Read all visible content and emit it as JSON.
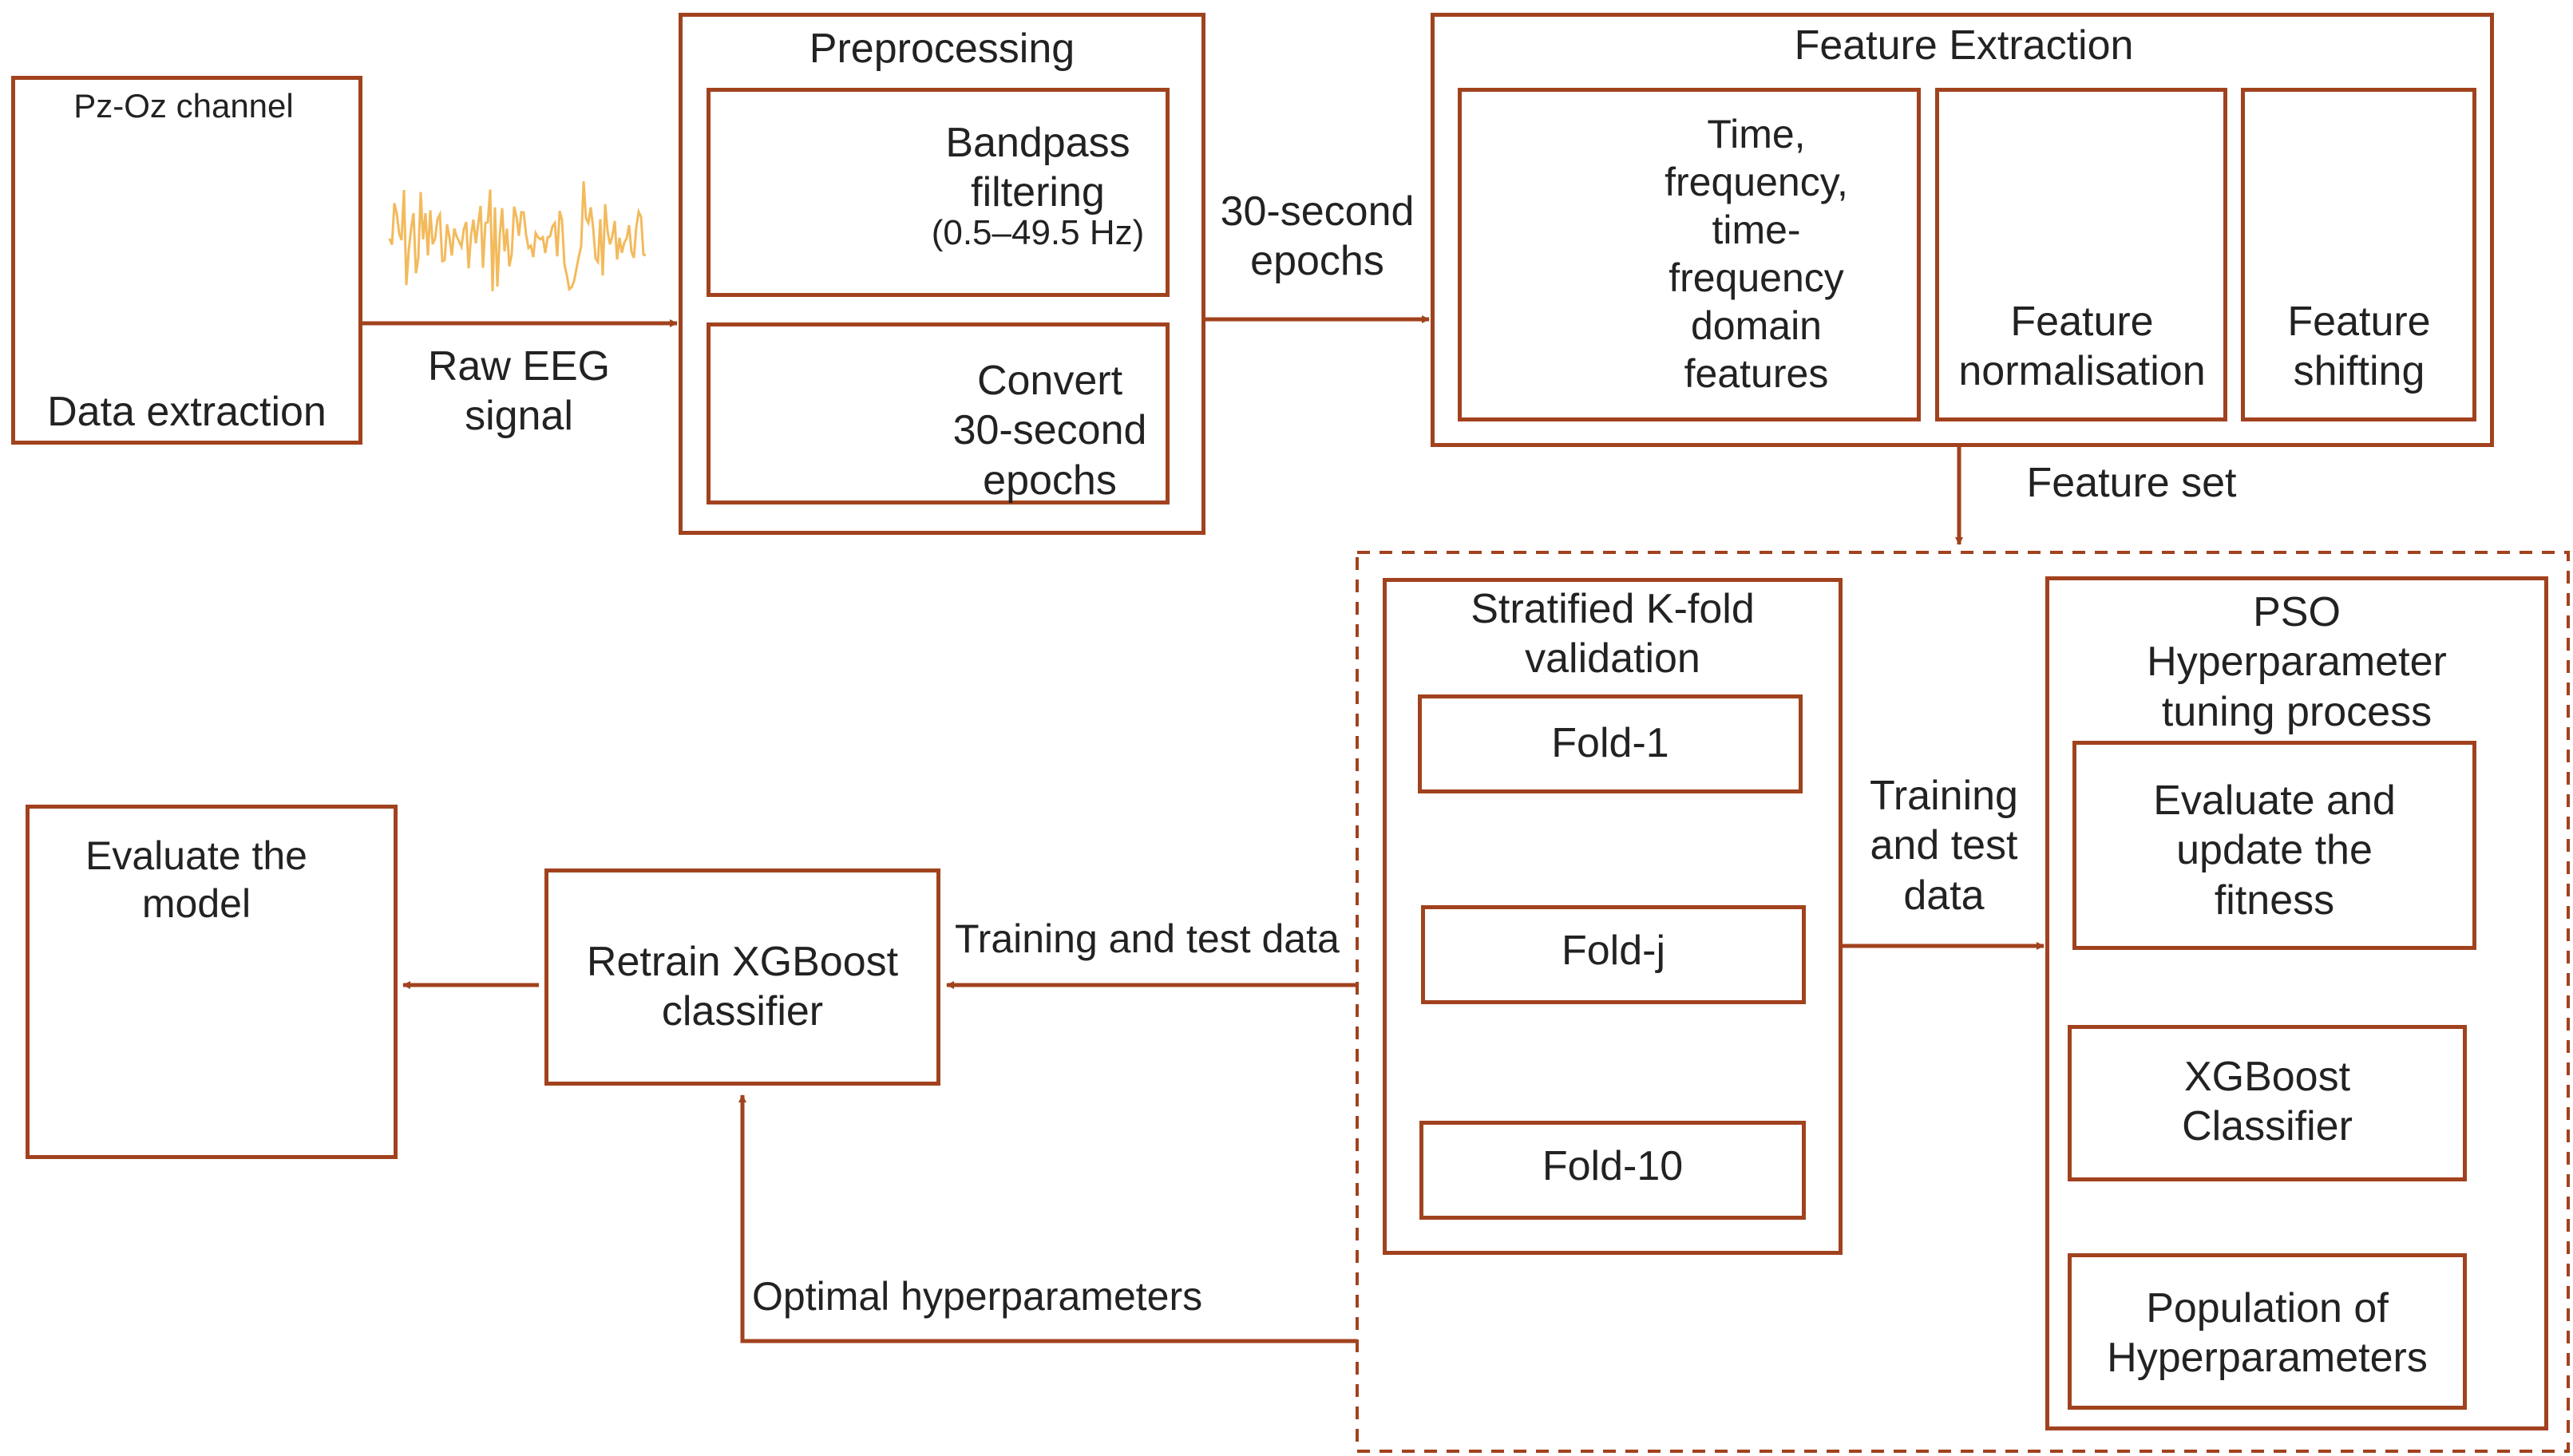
{
  "data_extraction": {
    "channel_label": "Pz-Oz channel",
    "title": "Data extraction"
  },
  "raw_signal_label": "Raw EEG\nsignal",
  "preprocessing": {
    "title": "Preprocessing",
    "bandpass": {
      "label": "Bandpass\nfiltering",
      "range": "(0.5–49.5 Hz)"
    },
    "convert": {
      "label": "Convert\n30-second\nepochs"
    }
  },
  "epochs_label": "30-second\nepochs",
  "feature_extraction": {
    "title": "Feature Extraction",
    "domain_features": "Time,\nfrequency,\ntime-\nfrequency\ndomain\nfeatures",
    "normalisation": "Feature\nnormalisation",
    "shifting": "Feature\nshifting"
  },
  "feature_set_label": "Feature set",
  "kfold": {
    "title": "Stratified K-fold\nvalidation",
    "folds": [
      "Fold-1",
      "Fold-j",
      "Fold-10"
    ]
  },
  "train_test_label": "Training\nand test\ndata",
  "pso": {
    "title": "PSO\nHyperparameter\ntuning process",
    "evaluate": "Evaluate and\nupdate the\nfitness",
    "classifier": "XGBoost\nClassifier",
    "population": "Population of\nHyperparameters"
  },
  "training_test_data_label": "Training and test data",
  "retrain": "Retrain XGBoost\nclassifier",
  "evaluate_model": "Evaluate the\nmodel",
  "optimal_label": "Optimal hyperparameters",
  "colors": {
    "border": "#a1421e",
    "signal": "#f2b24a",
    "epoch_marker": "#2f5f9e",
    "text": "#222222"
  }
}
